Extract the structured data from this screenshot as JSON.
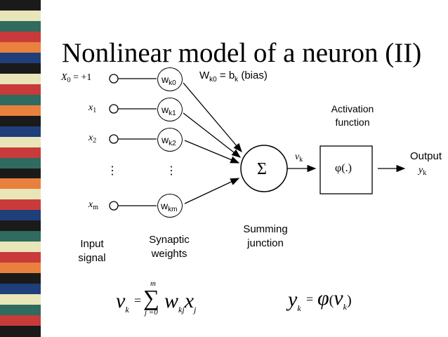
{
  "title": "Nonlinear model of a neuron (II)",
  "stripe_colors": [
    "#1a1a1a",
    "#e8e6b8",
    "#2f6b5e",
    "#c93b3b",
    "#e9803e",
    "#1f3f7a",
    "#1a1a1a",
    "#e8e6b8",
    "#c93b3b",
    "#2f6b5e",
    "#e9803e",
    "#1a1a1a",
    "#1f3f7a",
    "#e8e6b8",
    "#c93b3b",
    "#2f6b5e",
    "#1a1a1a",
    "#e9803e",
    "#e8e6b8",
    "#c93b3b",
    "#1f3f7a",
    "#1a1a1a",
    "#2f6b5e",
    "#e8e6b8",
    "#c93b3b",
    "#e9803e",
    "#1a1a1a",
    "#1f3f7a",
    "#e8e6b8",
    "#2f6b5e",
    "#c93b3b",
    "#1a1a1a"
  ],
  "inputs": {
    "x0": {
      "var": "X",
      "sub": "0",
      "suffix": " = +1"
    },
    "x1": {
      "var": "x",
      "sub": "1"
    },
    "x2": {
      "var": "x",
      "sub": "2"
    },
    "xm": {
      "var": "x",
      "sub": "m"
    },
    "dots": "⋮"
  },
  "weights": {
    "w0": {
      "base": "w",
      "sub": "k0"
    },
    "w1": {
      "base": "w",
      "sub": "k1"
    },
    "w2": {
      "base": "w",
      "sub": "k2"
    },
    "wm": {
      "base": "w",
      "sub": "km"
    },
    "dots": "⋮"
  },
  "bias_note": {
    "lhs": "W",
    "lhs_sub": "k0",
    "mid": " = b",
    "mid_sub": "k",
    "rest": " (bias)"
  },
  "summing": {
    "symbol": "Σ",
    "label_line1": "Summing",
    "label_line2": "junction"
  },
  "activation": {
    "symbol": "φ(.)",
    "label_line1": "Activation",
    "label_line2": "function"
  },
  "vk_label": {
    "var": "v",
    "sub": "k"
  },
  "output": {
    "label": "Output",
    "var": "y",
    "sub": "k"
  },
  "input_label": {
    "line1": "Input",
    "line2": "signal"
  },
  "weights_label": {
    "line1": "Synaptic",
    "line2": "weights"
  },
  "formula_v": {
    "lhs": "v",
    "lhs_sub": "k",
    "eq": "=",
    "sigma": "∑",
    "upper": "m",
    "lower": "j =0",
    "term": "w",
    "term_sub": "kj",
    "x": "x",
    "x_sub": "j"
  },
  "formula_y": {
    "lhs": "y",
    "lhs_sub": "k",
    "eq": "=",
    "phi": "φ",
    "open": "(",
    "arg": "v",
    "arg_sub": "k",
    "close": ")"
  }
}
